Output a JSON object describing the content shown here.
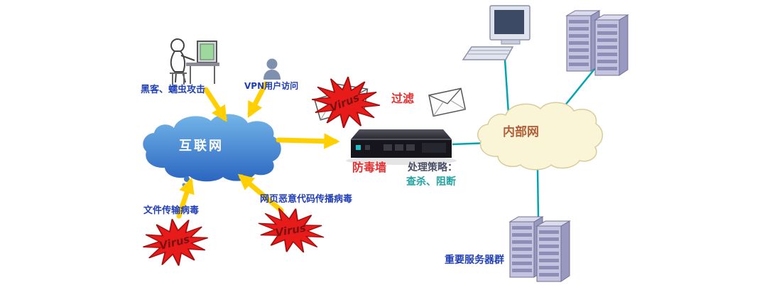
{
  "diagram": {
    "nodes": {
      "hacker": {
        "label": "黑客、蠕虫攻击"
      },
      "vpn_user": {
        "label": "VPN用户访问"
      },
      "internet": {
        "label": "互联网"
      },
      "filter": {
        "label": "过滤"
      },
      "firewall": {
        "label": "防毒墙"
      },
      "policy": {
        "title": "处理策略：",
        "actions": "查杀、阻断"
      },
      "intranet": {
        "label": "内部网"
      },
      "file_virus": {
        "label": "文件传输病毒"
      },
      "web_virus": {
        "label": "网页恶意代码传播病毒"
      },
      "server_group": {
        "label": "重要服务器群"
      },
      "virus_burst": {
        "label": "Virus"
      }
    },
    "colors": {
      "internet_cloud": "#3e8ed6",
      "intranet_cloud": "#faf5d6",
      "arrow_yellow": "#ffcf00",
      "link_teal": "#00a5ad",
      "virus_red": "#e81b1b",
      "virus_text": "#7a1010",
      "label_blue": "#2140b8",
      "label_red": "#e63030",
      "policy_teal": "#23a3a3",
      "intranet_label": "#b35f3a"
    }
  }
}
